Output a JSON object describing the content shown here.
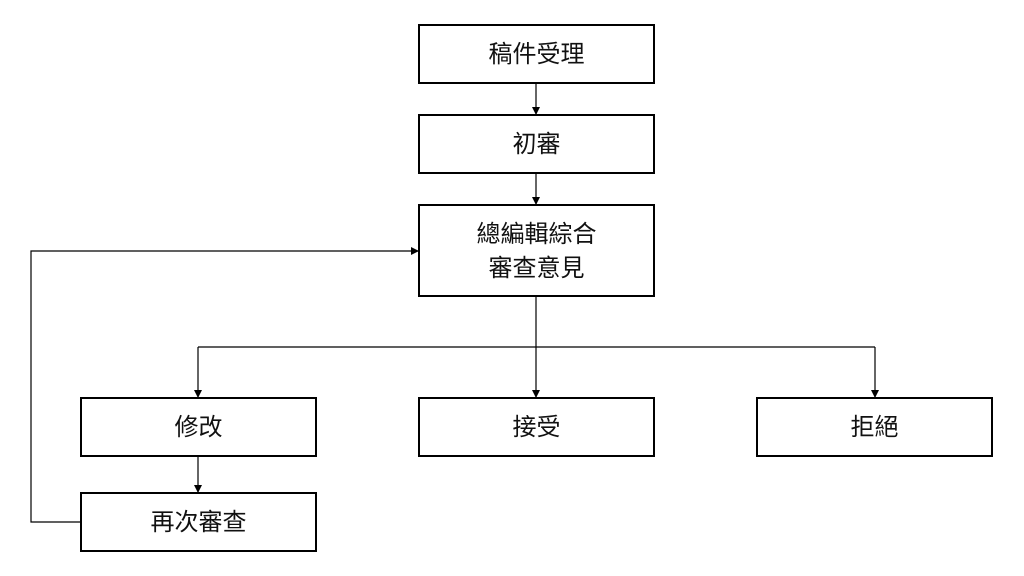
{
  "diagram": {
    "nodes": {
      "receive": "稿件受理",
      "initial_review": "初審",
      "chief_editor_line1": "總編輯綜合",
      "chief_editor_line2": "審查意見",
      "revise": "修改",
      "accept": "接受",
      "reject": "拒絕",
      "re_review": "再次審查"
    },
    "edges": [
      {
        "from": "receive",
        "to": "initial_review"
      },
      {
        "from": "initial_review",
        "to": "chief_editor"
      },
      {
        "from": "chief_editor",
        "to": "revise"
      },
      {
        "from": "chief_editor",
        "to": "accept"
      },
      {
        "from": "chief_editor",
        "to": "reject"
      },
      {
        "from": "revise",
        "to": "re_review"
      },
      {
        "from": "re_review",
        "to": "chief_editor"
      }
    ],
    "colors": {
      "line": "#000000",
      "box_border": "#000000",
      "background": "#ffffff"
    }
  }
}
